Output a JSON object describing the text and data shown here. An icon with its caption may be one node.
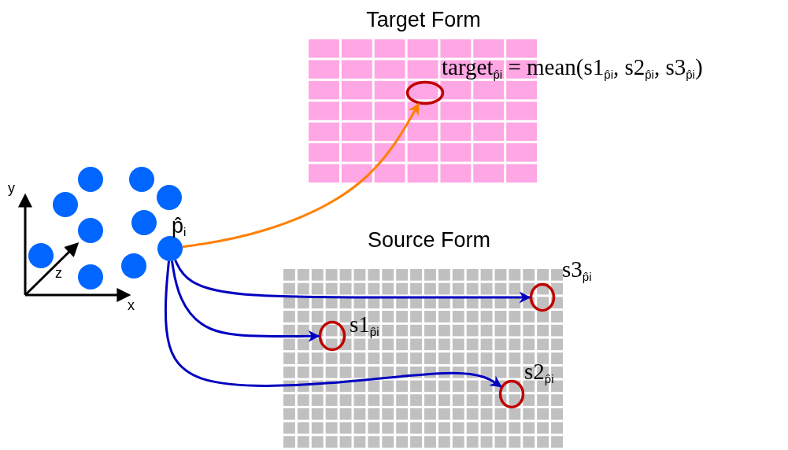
{
  "diagram": {
    "nodes": [
      {
        "text": [
          "Target Form"
        ]
      },
      {
        "text": [],
        "shape": "circle",
        "in": 0
      },
      {
        "text": [
          "Source Form"
        ]
      },
      {
        "text": [],
        "shape": "circle",
        "in": 2,
        "beside": [
          "s1$_{p̂i}$"
        ]
      },
      {
        "text": [],
        "shape": "circle",
        "in": 2,
        "beside": [
          "s2$_{p̂i}$"
        ]
      },
      {
        "text": [],
        "shape": "circle",
        "in": 2,
        "beside": [
          "s3$_{p̂i}$"
        ]
      },
      {
        "text": [],
        "shape": "circle",
        "beside": [
          "p̂$_{i}$"
        ]
      }
    ],
    "edges": [
      {
        "from": 6,
        "to": 1,
        "arrow": "to",
        "color": "#ff8000"
      },
      {
        "from": 6,
        "to": 5,
        "arrow": "to"
      },
      {
        "from": 6,
        "to": 3,
        "arrow": "to"
      },
      {
        "from": 6,
        "to": 4,
        "arrow": "to"
      }
    ],
    "labels": [
      "target$_{p̂i}$ = mean(s1$_{p̂i}$, s2$_{p̂i}$, s3$_{p̂i}$)",
      "y",
      "z",
      "x"
    ]
  }
}
